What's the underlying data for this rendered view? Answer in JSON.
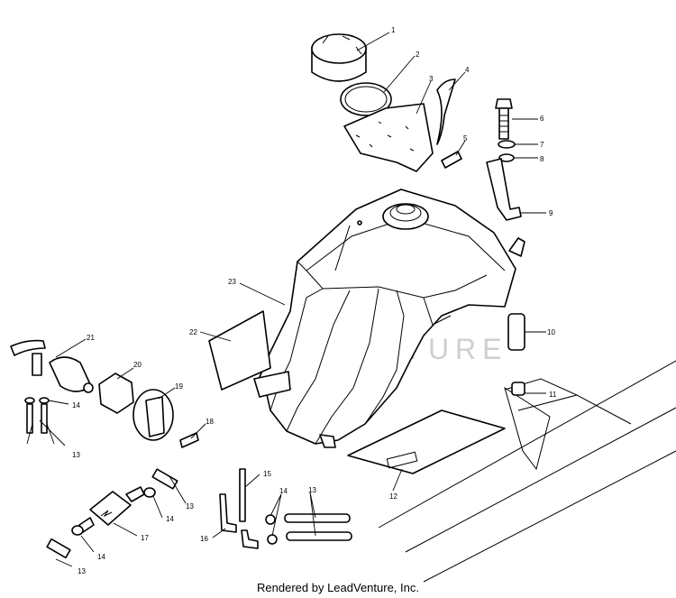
{
  "diagram": {
    "watermark": "LEADVENTURE",
    "footer": "Rendered by LeadVenture, Inc.",
    "callouts": [
      "1",
      "2",
      "3",
      "4",
      "5",
      "6",
      "7",
      "8",
      "9",
      "10",
      "11",
      "12",
      "13",
      "14",
      "15",
      "16",
      "17",
      "18",
      "19",
      "20",
      "21",
      "22",
      "23"
    ],
    "colors": {
      "line": "#000000",
      "background": "#ffffff",
      "watermark": "#cfcfcf"
    }
  }
}
